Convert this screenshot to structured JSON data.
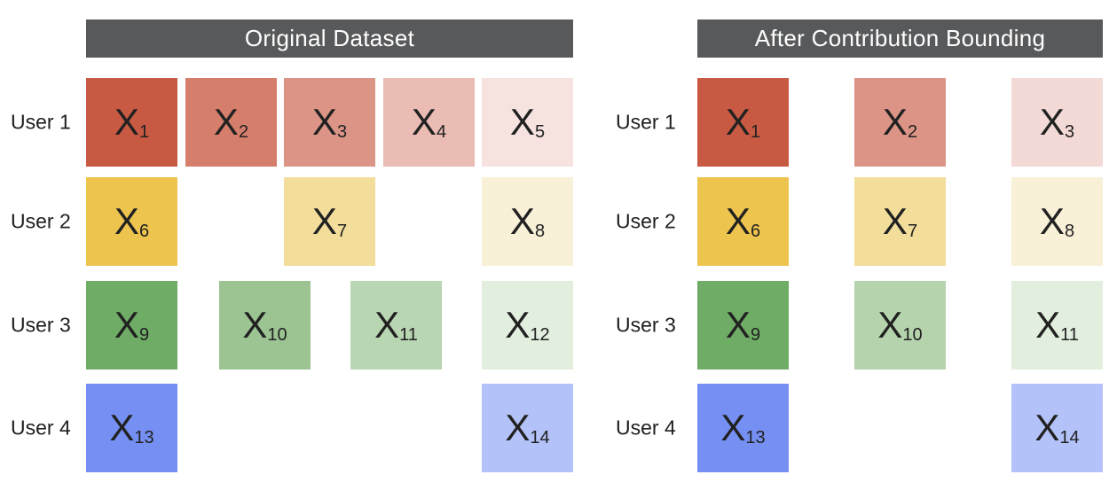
{
  "colors": {
    "background": "#FFFFFF",
    "header_bg": "#58595B",
    "header_text": "#FFFFFF",
    "label_text": "#1F1F1F",
    "box_text": "#212121"
  },
  "panels": [
    {
      "title": "Original Dataset",
      "rows": [
        {
          "user": "User 1",
          "boxes": [
            {
              "sym": "X",
              "sub": "1",
              "slot": 0,
              "color": "#C85A43"
            },
            {
              "sym": "X",
              "sub": "2",
              "slot": 1,
              "color": "#D57E6B"
            },
            {
              "sym": "X",
              "sub": "3",
              "slot": 2,
              "color": "#DC9486"
            },
            {
              "sym": "X",
              "sub": "4",
              "slot": 3,
              "color": "#EABCB3"
            },
            {
              "sym": "X",
              "sub": "5",
              "slot": 4,
              "color": "#F6E3E0"
            }
          ]
        },
        {
          "user": "User 2",
          "boxes": [
            {
              "sym": "X",
              "sub": "6",
              "slot": 0,
              "color": "#ECC44E"
            },
            {
              "sym": "X",
              "sub": "7",
              "slot": 2,
              "color": "#F2DD9B"
            },
            {
              "sym": "X",
              "sub": "8",
              "slot": 4,
              "color": "#F9F0D8"
            }
          ]
        },
        {
          "user": "User 3",
          "boxes": [
            {
              "sym": "X",
              "sub": "9",
              "slot": 0,
              "color": "#6FAC66"
            },
            {
              "sym": "X",
              "sub": "10",
              "slot": 1,
              "color": "#9BC492"
            },
            {
              "sym": "X",
              "sub": "11",
              "slot": 2,
              "color": "#B9D6B2"
            },
            {
              "sym": "X",
              "sub": "12",
              "slot": 3,
              "color": "#E2EEDE"
            }
          ]
        },
        {
          "user": "User 4",
          "boxes": [
            {
              "sym": "X",
              "sub": "13",
              "slot": 0,
              "color": "#7590F2"
            },
            {
              "sym": "X",
              "sub": "14",
              "slot": 4,
              "color": "#B3C2F8"
            }
          ]
        }
      ]
    },
    {
      "title": "After Contribution Bounding",
      "rows": [
        {
          "user": "User 1",
          "boxes": [
            {
              "sym": "X",
              "sub": "1",
              "slot": 0,
              "color": "#C85A43"
            },
            {
              "sym": "X",
              "sub": "2",
              "slot": 1,
              "color": "#DC9486"
            },
            {
              "sym": "X",
              "sub": "3",
              "slot": 2,
              "color": "#F3DAD6"
            }
          ]
        },
        {
          "user": "User 2",
          "boxes": [
            {
              "sym": "X",
              "sub": "6",
              "slot": 0,
              "color": "#ECC44E"
            },
            {
              "sym": "X",
              "sub": "7",
              "slot": 1,
              "color": "#F2DD9B"
            },
            {
              "sym": "X",
              "sub": "8",
              "slot": 2,
              "color": "#F9F0D8"
            }
          ]
        },
        {
          "user": "User 3",
          "boxes": [
            {
              "sym": "X",
              "sub": "9",
              "slot": 0,
              "color": "#6FAC66"
            },
            {
              "sym": "X",
              "sub": "10",
              "slot": 1,
              "color": "#B5D4AE"
            },
            {
              "sym": "X",
              "sub": "11",
              "slot": 2,
              "color": "#E2EEDE"
            }
          ]
        },
        {
          "user": "User 4",
          "boxes": [
            {
              "sym": "X",
              "sub": "13",
              "slot": 0,
              "color": "#7590F2"
            },
            {
              "sym": "X",
              "sub": "14",
              "slot": 2,
              "color": "#B3C2F8"
            }
          ]
        }
      ]
    }
  ]
}
